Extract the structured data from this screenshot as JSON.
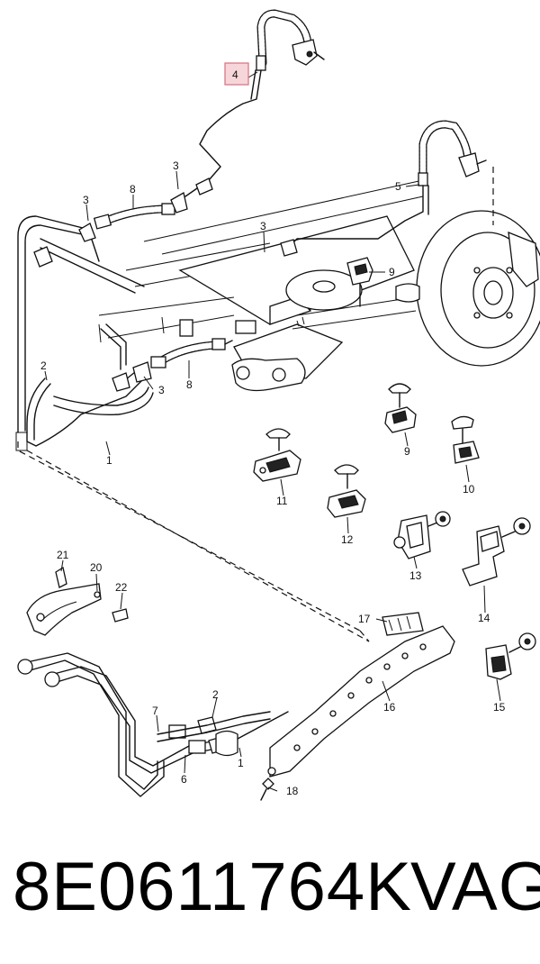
{
  "callouts": {
    "c1a": "1",
    "c1b": "1",
    "c2a": "2",
    "c2b": "2",
    "c3a": "3",
    "c3b": "3",
    "c3c": "3",
    "c3d": "3",
    "c4": "4",
    "c5": "5",
    "c6": "6",
    "c7": "7",
    "c8a": "8",
    "c8b": "8",
    "c9a": "9",
    "c9b": "9",
    "c10": "10",
    "c11": "11",
    "c12": "12",
    "c13": "13",
    "c14": "14",
    "c15": "15",
    "c16": "16",
    "c17": "17",
    "c18": "18",
    "c20": "20",
    "c21": "21",
    "c22": "22"
  },
  "highlight_color": "#f7d6da",
  "footer": {
    "part_number": "8E0611764K",
    "brand": "VAG"
  }
}
